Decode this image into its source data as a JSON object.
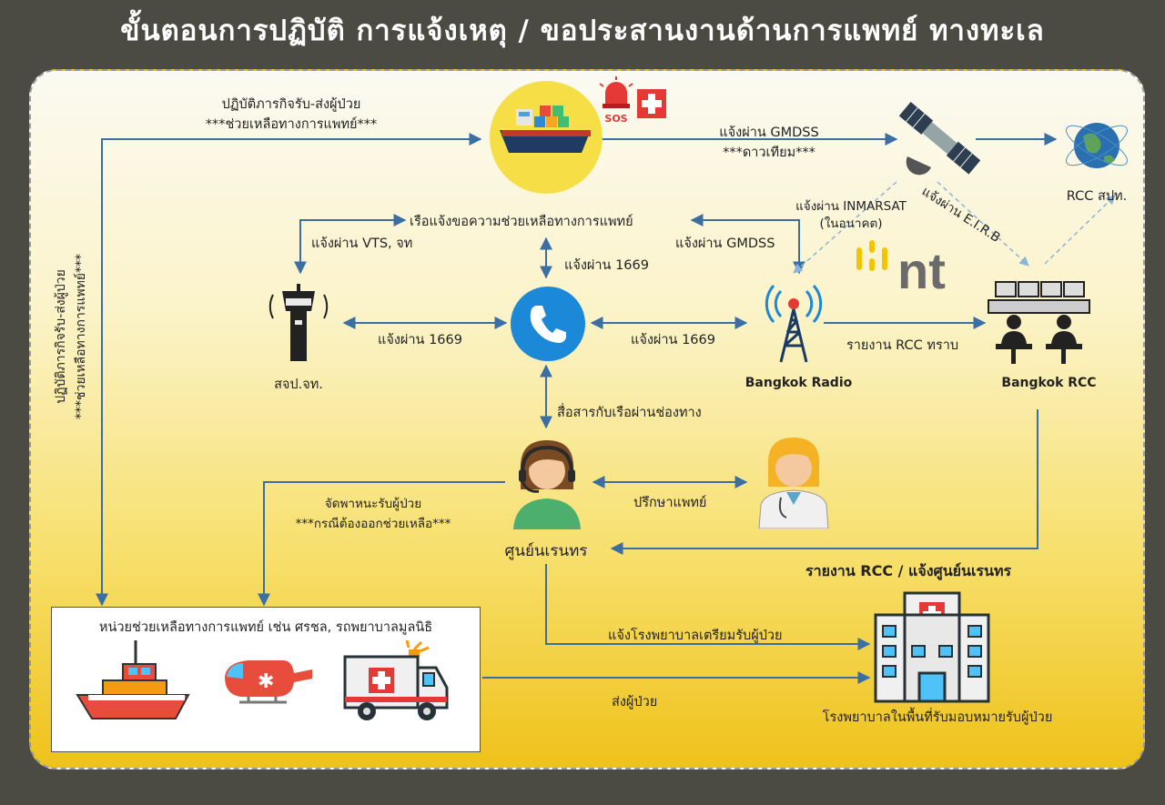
{
  "title": "ขั้นตอนการปฏิบัติ การแจ้งเหตุ / ขอประสานงานด้านการแพทย์ ทางทะเล",
  "labels": {
    "patrol_line1": "ปฏิบัติภารกิจรับ-ส่งผู้ป่วย",
    "patrol_line2": "***ช่วยเหลือทางการแพทย์***",
    "gmdss_sat_line1": "แจ้งผ่าน GMDSS",
    "gmdss_sat_line2": "***ดาวเทียม***",
    "inmarsat_line1": "แจ้งผ่าน INMARSAT",
    "inmarsat_line2": "(ในอนาคต)",
    "eirb": "แจ้งผ่าน E.I.R.B",
    "ship_request": "เรือแจ้งขอความช่วยเหลือทางการแพทย์",
    "vts": "แจ้งผ่าน VTS, จท",
    "gmdss": "แจ้งผ่าน GMDSS",
    "call_1669_top": "แจ้งผ่าน 1669",
    "call_1669_left": "แจ้งผ่าน 1669",
    "call_1669_right": "แจ้งผ่าน 1669",
    "report_rcc": "รายงาน RCC ทราบ",
    "comm_ship": "สื่อสารกับเรือผ่านช่องทาง",
    "consult_doctor": "ปรึกษาแพทย์",
    "arrange_line1": "จัดพาหนะรับผู้ป่วย",
    "arrange_line2": "***กรณีต้องออกช่วยเหลือ***",
    "report_rcc_center": "รายงาน RCC / แจ้งศูนย์นเรนทร",
    "notify_hospital": "แจ้งโรงพยาบาลเตรียมรับผู้ป่วย",
    "send_patient": "ส่งผู้ป่วย",
    "vertical_line1": "ปฏิบัติภารกิจรับ-ส่งผู้ป่วย",
    "vertical_line2": "***ช่วยเหลือทางการแพทย์***"
  },
  "nodes": {
    "sos": "SOS",
    "rcc_thailand": "RCC สปท.",
    "nt_logo": "nt",
    "tower": "สจป.จท.",
    "bangkok_radio": "Bangkok Radio",
    "bangkok_rcc": "Bangkok RCC",
    "narenthorn": "ศูนย์นเรนทร",
    "units_title": "หน่วยช่วยเหลือทางการแพทย์ เช่น ศรชล, รถพยาบาลมูลนิธิ",
    "hospital": "โรงพยาบาลในพื้นที่รับมอบหมายรับผู้ป่วย"
  },
  "colors": {
    "background": "#4b4b44",
    "arrow": "#3b6fa3",
    "dashed": "#8ab4d8",
    "phone": "#1c88d8",
    "nt_yellow": "#f4c400",
    "nt_gray": "#6b6b6b",
    "ship_red": "#e84b3a"
  }
}
